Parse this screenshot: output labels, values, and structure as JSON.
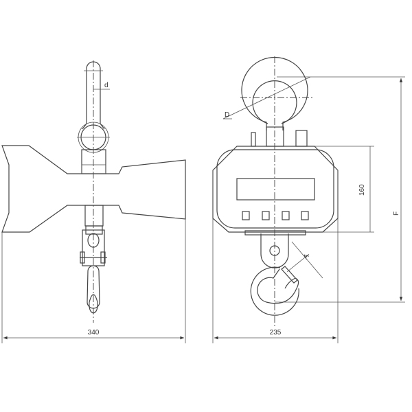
{
  "labels": {
    "small_diameter": "d",
    "shackle_diameter": "D",
    "body_height": "160",
    "overall_height": "F",
    "hook_opening": "A",
    "side_width": "340",
    "front_width": "235"
  },
  "colors": {
    "line": "#444444",
    "background": "#ffffff"
  }
}
